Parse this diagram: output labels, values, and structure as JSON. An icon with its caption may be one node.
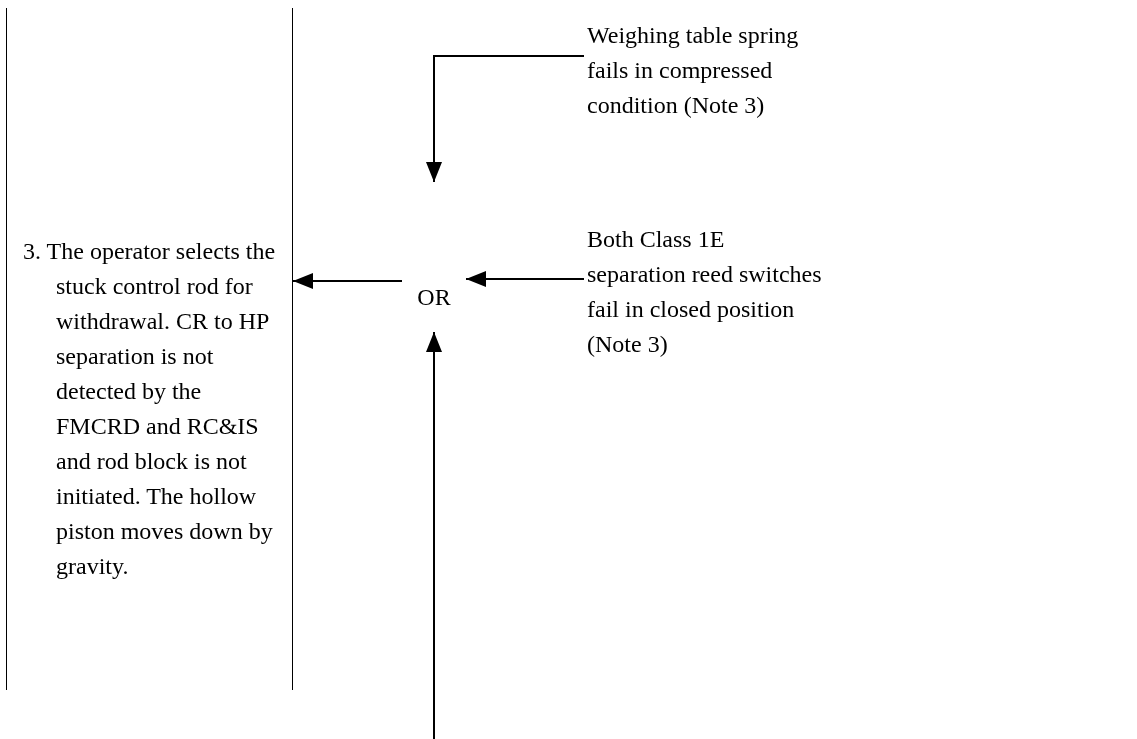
{
  "diagram": {
    "nodes": [
      {
        "text": [
          "3. The operator selects the stuck control rod for withdrawal.  CR to HP separation is not detected by the FMCRD and RC&IS and rod block is not initiated.  The hollow piston moves down by gravity."
        ]
      },
      {
        "text": [
          "OR"
        ]
      },
      {
        "text": [
          "Weighing table spring fails in compressed condition (Note 3)"
        ]
      },
      {
        "text": [
          "Both Class 1E separation reed switches fail in closed position (Note 3)"
        ]
      }
    ],
    "edges": [
      {
        "from": 2,
        "to": 1,
        "arrow": "to"
      },
      {
        "from": 3,
        "to": 1,
        "arrow": "to"
      },
      {
        "from": 1,
        "to": 0,
        "arrow": "to"
      },
      {
        "from": null,
        "to": 1,
        "arrow": "to"
      }
    ]
  }
}
